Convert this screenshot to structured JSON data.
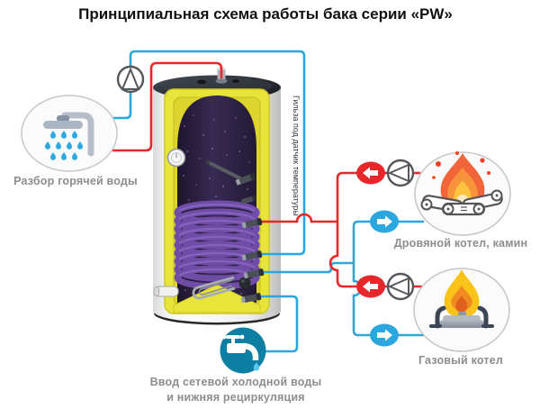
{
  "title": "Принципиальная схема работы бака серии «PW»",
  "labels": {
    "hot_water_drawoff": "Разбор горячей воды",
    "sensor_sleeve_vertical": "Гильза под датчик температуры",
    "wood_boiler": "Дровяной котел, камин",
    "gas_boiler": "Газовый котел",
    "cold_water_inlet_line1": "Ввод сетевой холодной воды",
    "cold_water_inlet_line2": "и нижняя рециркуляция"
  },
  "colors": {
    "hot": "#e8272b",
    "cold": "#2ba7e0",
    "label_gray": "#8d8d8d",
    "insulation": "#e9e43a",
    "vessel_purple": "#2c2040",
    "coil_purple": "#6f4da6",
    "faucet_teal": "#0d7fa2",
    "title_black": "#111111"
  },
  "icons": {
    "pump": "circle-with-triangle",
    "flow_to_tank": "red-oval-left-arrow",
    "flow_from_tank": "blue-oval-right-arrow",
    "hot_water_drawoff": "shower-head-with-drops",
    "wood_boiler": "campfire-flame-over-logs",
    "gas_boiler": "gas-burner-flame",
    "cold_water_inlet": "teal-circle-white-faucet"
  }
}
